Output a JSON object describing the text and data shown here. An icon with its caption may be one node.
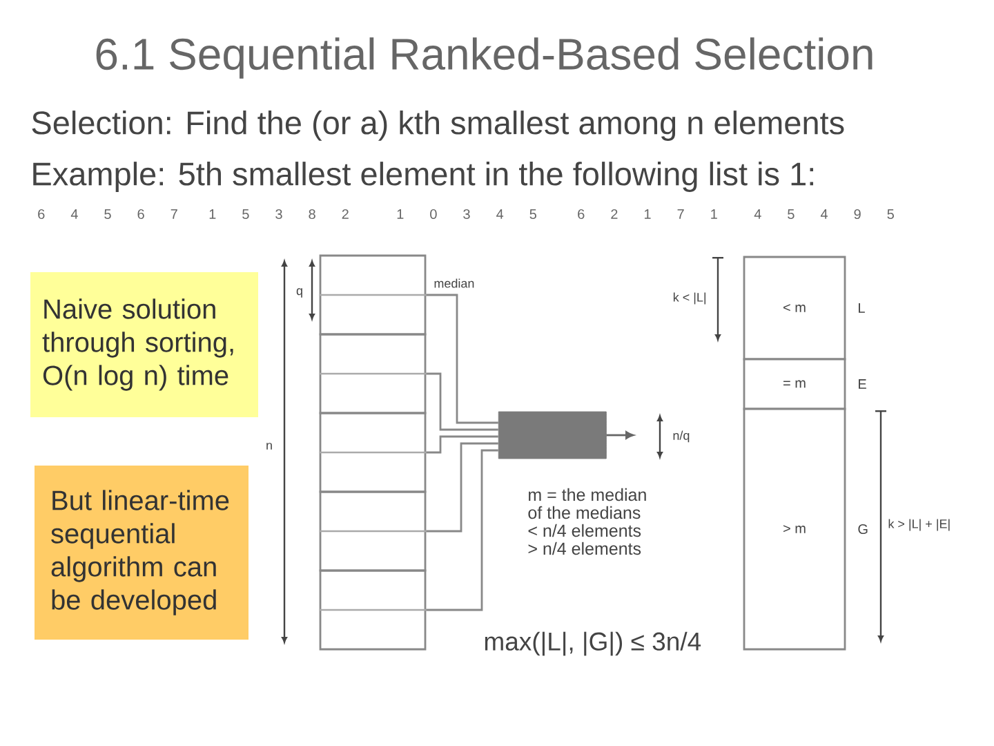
{
  "diagram": {
    "title": "6.1  Sequential Ranked-Based Selection",
    "nodes": [
      {
        "text": [
          "Naive solution through sorting, O(n log n) time"
        ]
      },
      {
        "text": [
          "But linear-time sequential algorithm can be developed"
        ]
      },
      {
        "text": [],
        "shape": "box"
      },
      {
        "text": [],
        "shape": "box"
      },
      {
        "text": [],
        "shape": "box"
      },
      {
        "text": [],
        "shape": "box"
      },
      {
        "text": [],
        "shape": "box"
      },
      {
        "text": [],
        "shape": "cylinder"
      },
      {
        "text": [
          "< m"
        ],
        "beside": [
          "L"
        ]
      },
      {
        "text": [
          "= m"
        ],
        "beside": [
          "E"
        ]
      },
      {
        "text": [
          "> m"
        ],
        "beside": [
          "G"
        ]
      }
    ],
    "edges": [
      {
        "from": 2,
        "to": 7,
        "arrow": "none"
      },
      {
        "from": 3,
        "to": 7,
        "arrow": "none"
      },
      {
        "from": 4,
        "to": 7,
        "arrow": "none"
      },
      {
        "from": 5,
        "to": 7,
        "arrow": "none"
      },
      {
        "from": 6,
        "to": 7,
        "arrow": "none"
      },
      {
        "from": 7,
        "to": null,
        "arrow": "to"
      }
    ],
    "labels": [
      "Selection: Find the (or a) kth smallest among n elements",
      "Example: 5th smallest element in the following list is 1:",
      "6 4 5 6 7",
      "1 5 3 8 2",
      "1 0 3 4 5",
      "6 2 1 7 1",
      "4 5 4 9 5",
      "q",
      "median",
      "k < |L|",
      "n",
      "n/q",
      "m = the median",
      "of the medians",
      "< n/4 elements",
      "> n/4 elements",
      "k > |L| + |E|",
      "max(|L|, |G|) ≤ 3n/4"
    ]
  }
}
